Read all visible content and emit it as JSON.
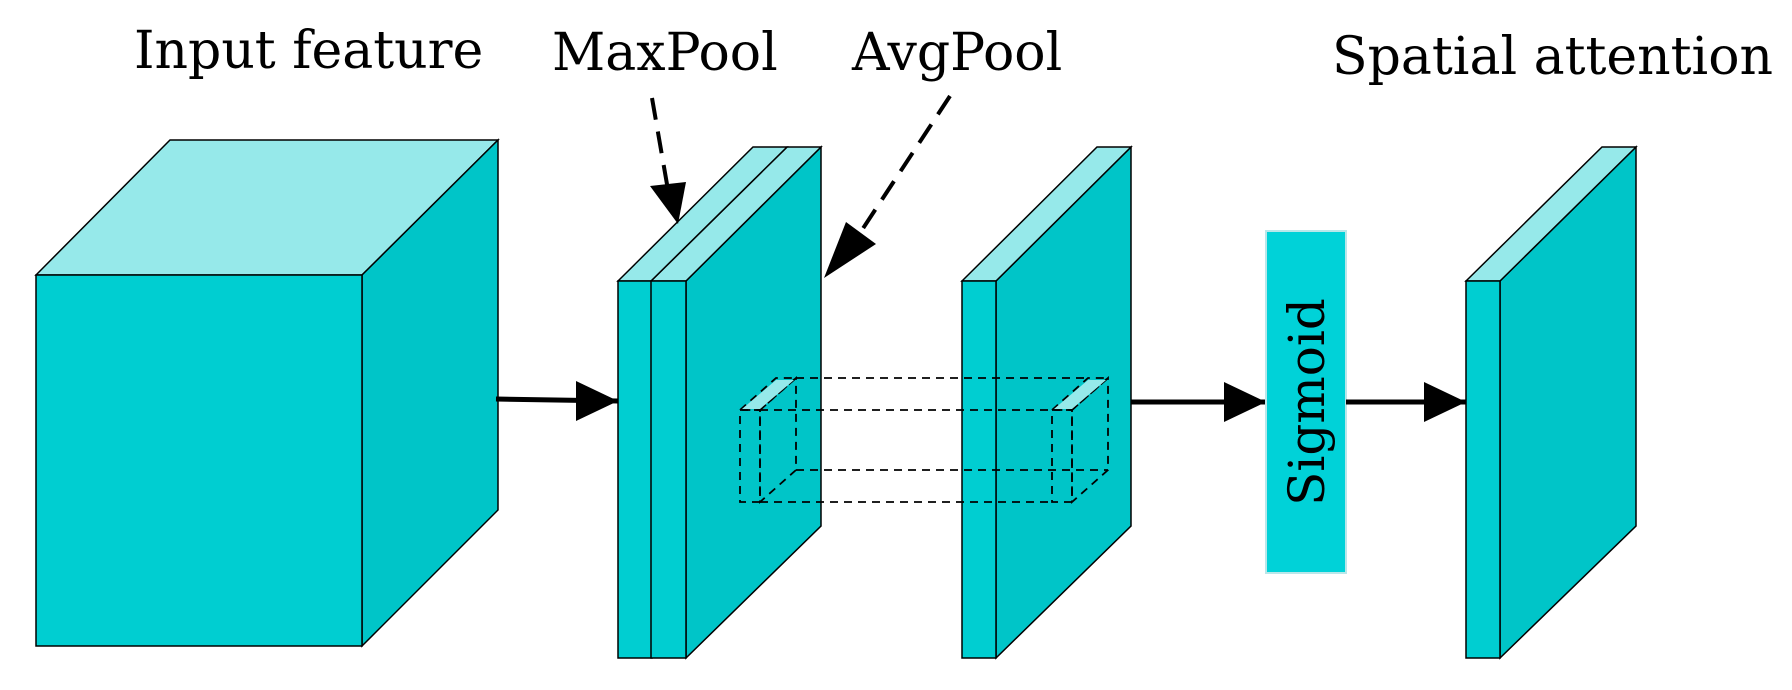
{
  "labels": {
    "input_feature": "Input feature",
    "maxpool": "MaxPool",
    "avgpool": "AvgPool",
    "spatial_attention": "Spatial attention",
    "sigmoid": "Sigmoid"
  },
  "colors": {
    "front": "#00CED1",
    "top": "#96E9EA",
    "side": "#00C5C8",
    "stroke": "#000000",
    "sigmoid_fill": "#00D2D8"
  }
}
